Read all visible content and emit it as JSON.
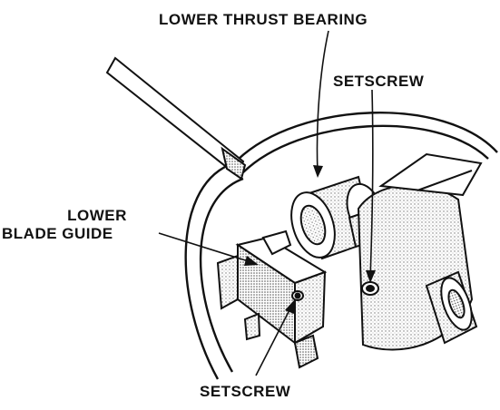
{
  "labels": {
    "lower_thrust_bearing": "LOWER THRUST BEARING",
    "setscrew_top": "SETSCREW",
    "lower_blade_guide_line1": "LOWER",
    "lower_blade_guide_line2": "BLADE GUIDE",
    "setscrew_bottom": "SETSCREW"
  },
  "colors": {
    "ink": "#111111",
    "paper": "#ffffff",
    "shade": "#d8d8d8"
  }
}
